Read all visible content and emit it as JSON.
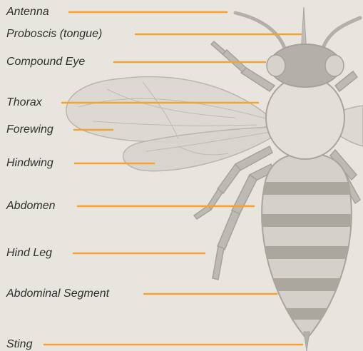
{
  "background": "#e8e5de",
  "colors": {
    "leader_line": "#f5a134",
    "label_text": "#2f2f2f",
    "body_fill": "#c9c6bf",
    "body_stroke": "#a8a59e",
    "band_dark": "#aaa79f",
    "wing_fill": "#dcd9d2"
  },
  "labels": [
    {
      "id": "antenna",
      "text": "Antenna"
    },
    {
      "id": "proboscis",
      "text": "Proboscis (tongue)"
    },
    {
      "id": "compound-eye",
      "text": "Compound Eye"
    },
    {
      "id": "thorax",
      "text": "Thorax"
    },
    {
      "id": "forewing",
      "text": "Forewing"
    },
    {
      "id": "hindwing",
      "text": "Hindwing"
    },
    {
      "id": "abdomen",
      "text": "Abdomen"
    },
    {
      "id": "hind-leg",
      "text": "Hind Leg"
    },
    {
      "id": "abdominal-segment",
      "text": "Abdominal Segment"
    },
    {
      "id": "sting",
      "text": "Sting"
    }
  ]
}
